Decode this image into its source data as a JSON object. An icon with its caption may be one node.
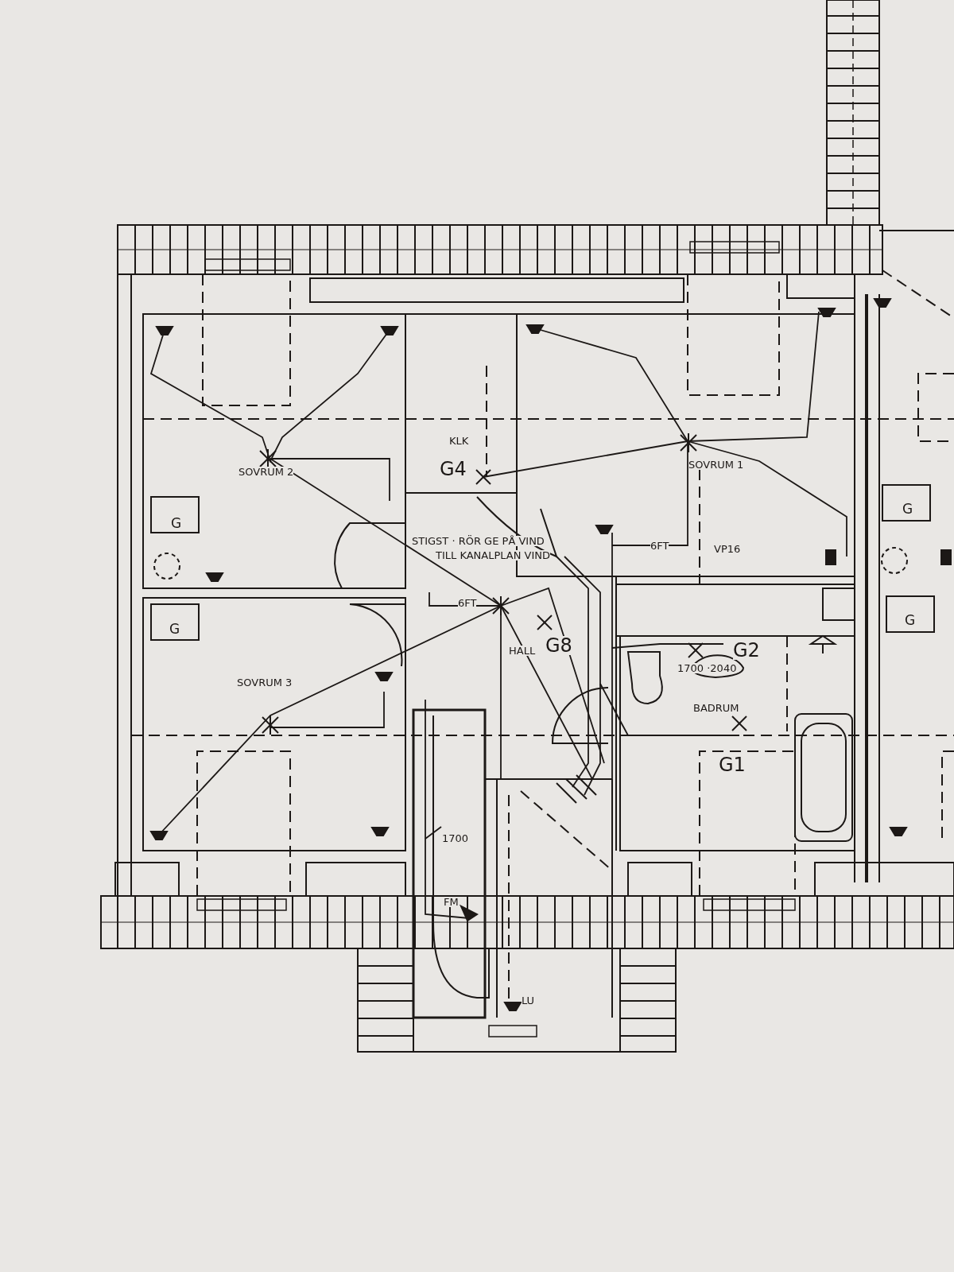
{
  "diagram": {
    "labels": [
      "KLK",
      "G4",
      "SOVRUM 2",
      "SOVRUM 1",
      "G",
      "STIGST · RÖR GE PÅ VIND",
      "TILL KANALPLAN VIND",
      "6FT",
      "VP16",
      "G",
      "G",
      "6FT",
      "HALL",
      "G8",
      "G2",
      "1700 ·2040",
      "G",
      "SOVRUM 3",
      "BADRUM",
      "G1",
      "1700",
      "FM",
      "LU"
    ]
  }
}
